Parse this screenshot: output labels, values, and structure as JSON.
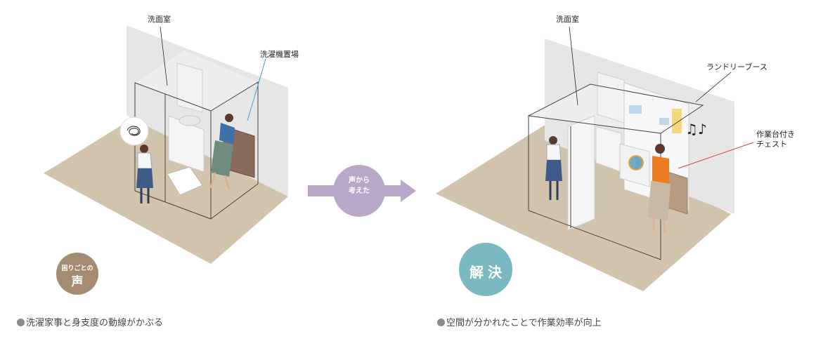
{
  "left_panel": {
    "callouts": {
      "washroom": "洗面室",
      "laundry_space": "洗濯機置場"
    },
    "badge": {
      "small": "困りごとの",
      "big": "声"
    },
    "caption": "洗濯家事と身支度の動線がかぶる"
  },
  "arrow": {
    "line1": "声から",
    "line2": "考えた",
    "color": "#b8a7c6"
  },
  "right_panel": {
    "callouts": {
      "washroom": "洗面室",
      "laundry_booth": "ランドリーブース",
      "chest_line1": "作業台付き",
      "chest_line2": "チェスト"
    },
    "music_notes": "♫♪",
    "badge": {
      "big": "解決"
    },
    "caption": "空間が分かれたことで作業効率が向上"
  },
  "colors": {
    "floor": "#d2c3ad",
    "wall": "#e6e6e6",
    "problem_badge": "#a48c72",
    "solution_badge": "#79b9bf",
    "orange_shirt": "#ec7d22",
    "blue_line": "#3aa6d8",
    "red_line": "#e33b3b"
  }
}
